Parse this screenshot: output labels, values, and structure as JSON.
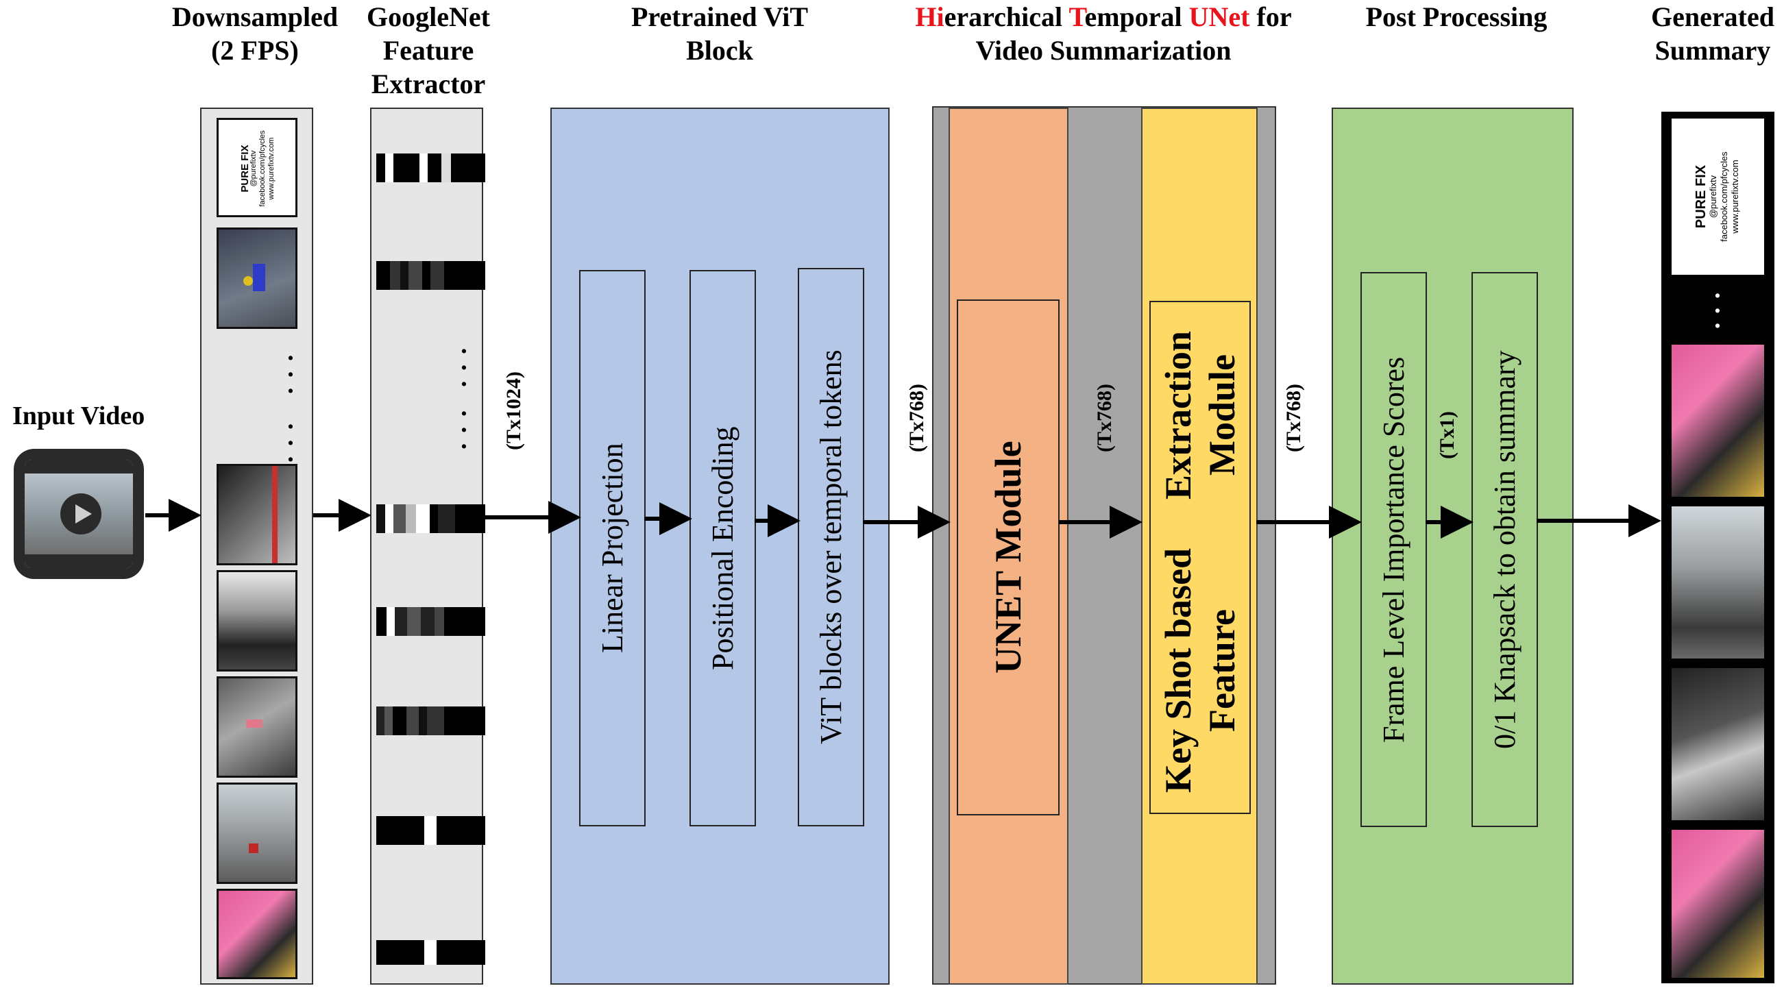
{
  "headers": {
    "downsampled": [
      "Downsampled",
      "(2 FPS)"
    ],
    "googlenet": [
      "GoogleNet",
      "Feature",
      "Extractor"
    ],
    "vit": [
      "Pretrained ViT",
      "Block"
    ],
    "htunet": {
      "parts": [
        {
          "text": "Hi",
          "highlight": true
        },
        {
          "text": "erarchical ",
          "highlight": false
        },
        {
          "text": "T",
          "highlight": true
        },
        {
          "text": "emporal ",
          "highlight": false
        },
        {
          "text": "UNet",
          "highlight": true
        },
        {
          "text": " for",
          "highlight": false
        }
      ],
      "line2": "Video Summarization"
    },
    "post": "Post Processing",
    "generated": [
      "Generated",
      "Summary"
    ]
  },
  "input_label": "Input Video",
  "dims": {
    "googlenet_out": "(Tx1024)",
    "vit_out": "(Tx768)",
    "unet_out": "(Tx768)",
    "keyshot_out": "(Tx768)",
    "scores_out": "(Tx1)"
  },
  "vit_blocks": [
    "Linear Projection",
    "Positional Encoding",
    "ViT blocks over temporal tokens"
  ],
  "htunet_blocks": {
    "unet": "UNET Module",
    "keyshot": [
      "Key Shot based Feature",
      "Extraction Module"
    ]
  },
  "post_blocks": [
    "Frame Level Importance Scores",
    "0/1 Knapsack to obtain summary"
  ],
  "colors": {
    "highlight": "#e8141b",
    "strip_bg": "#e6e6e6",
    "vit_bg": "#b4c7e7",
    "htunet_bg": "#a6a6a6",
    "unet_bg": "#f4b183",
    "keyshot_bg": "#ffd966",
    "post_bg": "#a9d18e"
  },
  "thumbnail_text": {
    "brand": "PURE FIX",
    "lines": [
      "@purefixtv",
      "facebook.com/pfcycles",
      "www.purefixtv.com"
    ]
  }
}
